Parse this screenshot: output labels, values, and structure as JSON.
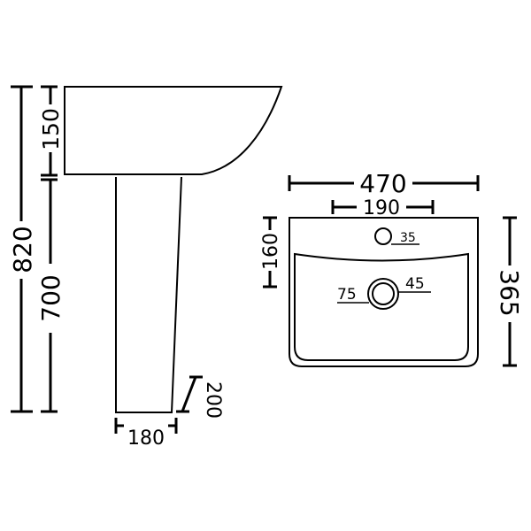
{
  "side_view": {
    "dimensions": {
      "total_height": "820",
      "pedestal_height": "700",
      "basin_depth": "150",
      "pedestal_width": "180",
      "pedestal_depth": "200"
    }
  },
  "top_view": {
    "dimensions": {
      "overall_width": "470",
      "tap_spacing": "190",
      "tap_to_bowl": "160",
      "overall_depth": "365",
      "tap_hole": "35",
      "waste_outer": "75",
      "waste_inner": "45"
    }
  },
  "colors": {
    "line": "#000000",
    "background": "#ffffff"
  }
}
